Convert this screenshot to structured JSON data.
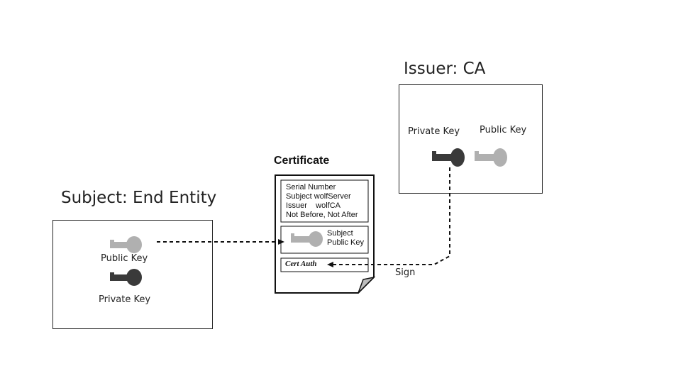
{
  "subject": {
    "title": "Subject: End Entity",
    "public_key_label": "Public Key",
    "private_key_label": "Private Key"
  },
  "issuer": {
    "title": "Issuer: CA",
    "private_key_label": "Private Key",
    "public_key_label": "Public Key"
  },
  "certificate": {
    "title": "Certificate",
    "fields": {
      "serial": "Serial Number",
      "subject": "Subject wolfServer",
      "issuer": "Issuer    wolfCA",
      "validity": "Not Before, Not After"
    },
    "subject_public_key_line1": "Subject",
    "subject_public_key_line2": "Public Key",
    "signature": "Cert Auth"
  },
  "arrow_sign_label": "Sign",
  "colors": {
    "public_key": "#b0b0b0",
    "private_key": "#3a3a3a",
    "line": "#111111"
  }
}
